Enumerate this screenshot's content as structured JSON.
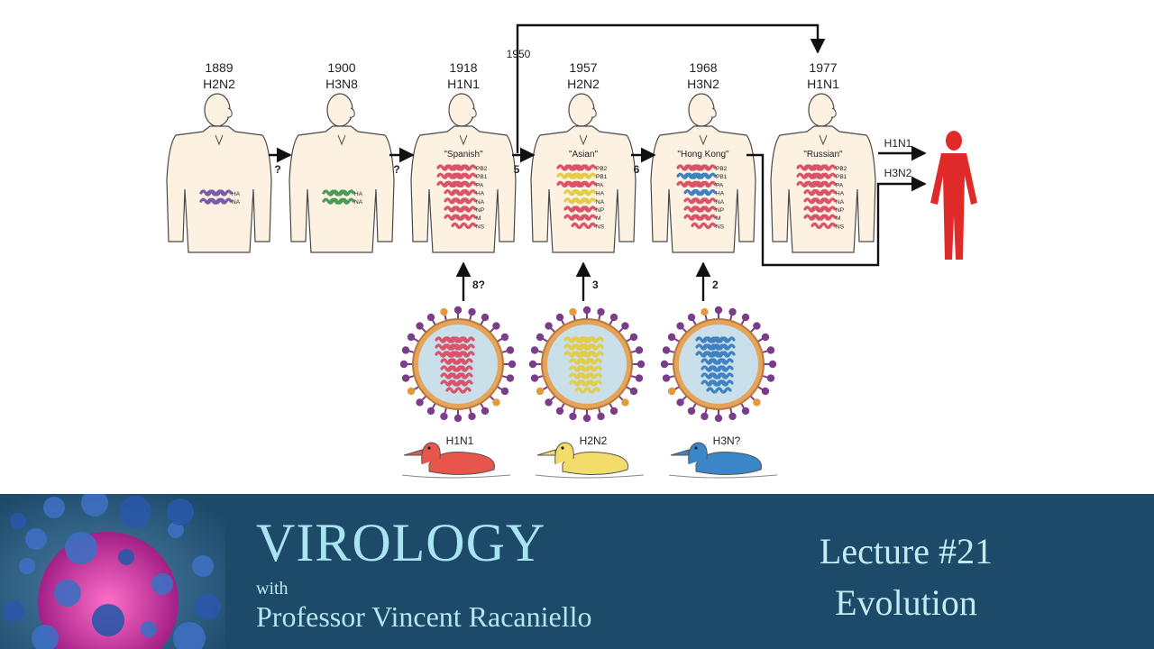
{
  "figures": [
    {
      "year": "1889",
      "subtype": "H2N2",
      "name": "",
      "genes": [
        "HA",
        "NA"
      ],
      "gene_color": "#7b5aa6"
    },
    {
      "year": "1900",
      "subtype": "H3N8",
      "name": "",
      "genes": [
        "HA",
        "NA"
      ],
      "gene_color": "#4c9a58"
    },
    {
      "year": "1918",
      "subtype": "H1N1",
      "name": "\"Spanish\"",
      "genes": [
        "PB2",
        "PB1",
        "PA",
        "HA",
        "NA",
        "NP",
        "M",
        "NS"
      ],
      "gene_color": "#d9546a"
    },
    {
      "year": "1957",
      "subtype": "H2N2",
      "name": "\"Asian\"",
      "genes": [
        "PB2",
        "PB1",
        "PA",
        "HA",
        "NA",
        "NP",
        "M",
        "NS"
      ],
      "gene_color": "#d9546a"
    },
    {
      "year": "1968",
      "subtype": "H3N2",
      "name": "\"Hong Kong\"",
      "genes": [
        "PB2",
        "PB1",
        "PA",
        "HA",
        "NA",
        "NP",
        "M",
        "NS"
      ],
      "gene_color": "#d9546a"
    },
    {
      "year": "1977",
      "subtype": "H1N1",
      "name": "\"Russian\"",
      "genes": [
        "PB2",
        "PB1",
        "PA",
        "HA",
        "NA",
        "NP",
        "M",
        "NS"
      ],
      "gene_color": "#d9546a"
    }
  ],
  "transitions": [
    "?",
    "?",
    "5",
    "6"
  ],
  "year_1950": "1950",
  "reassortment_counts": [
    "8?",
    "3",
    "2"
  ],
  "outputs": [
    "H1N1",
    "H3N2"
  ],
  "birds": [
    {
      "subtype": "H1N1",
      "color": "#e8554b",
      "virus_rna": "#d9546a"
    },
    {
      "subtype": "H2N2",
      "color": "#f4dc6a",
      "virus_rna": "#e2cc4a"
    },
    {
      "subtype": "H3N?",
      "color": "#3b85c9",
      "virus_rna": "#3f82c2"
    }
  ],
  "colors": {
    "body": "#fdf1e1",
    "outline": "#4a4a4a",
    "human_red": "#e02a2a",
    "virus_purple": "#7a3d8a",
    "virus_core": "#c9dfe9",
    "spike_orange": "#e39a3a"
  },
  "banner": {
    "title": "VIROLOGY",
    "with": "with",
    "professor": "Professor Vincent Racaniello",
    "lecture": "Lecture #21",
    "topic": "Evolution"
  }
}
